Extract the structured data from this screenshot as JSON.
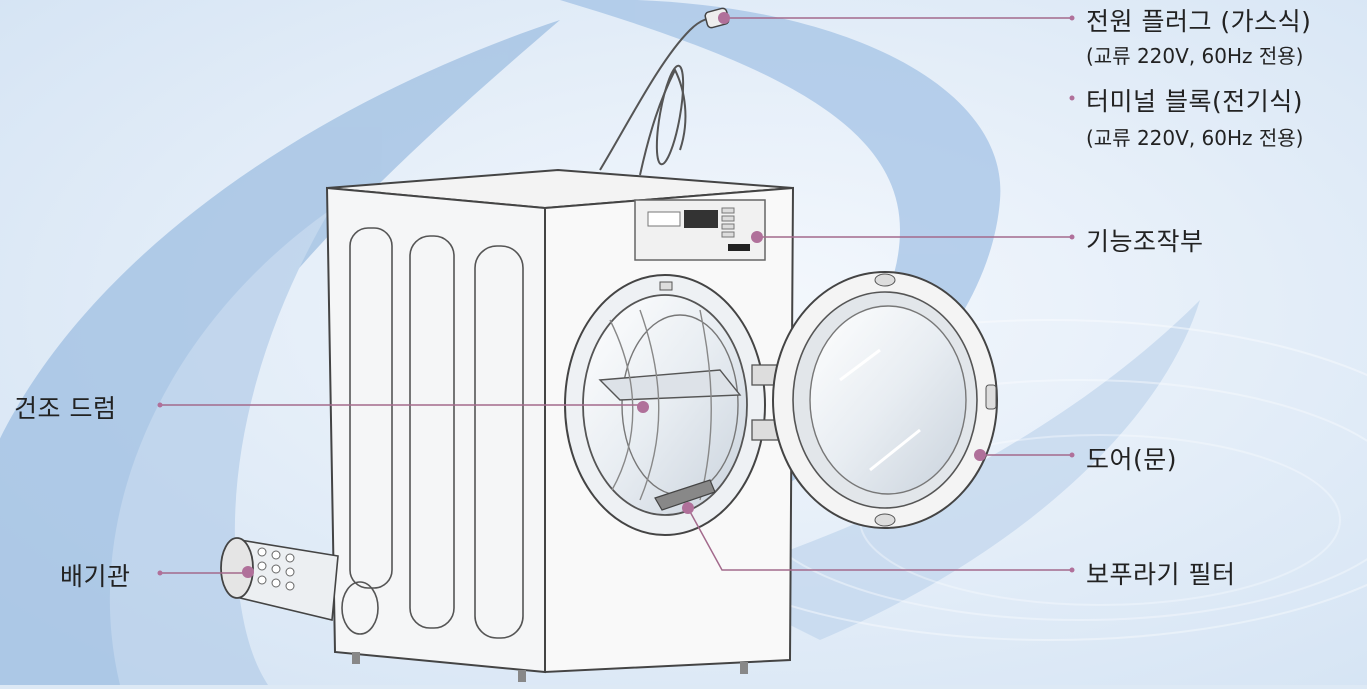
{
  "colors": {
    "background": "#dde9f5",
    "swirl": "#9fbfe2",
    "swirl_dark": "#7fa6d6",
    "leader_line": "#a36a8c",
    "leader_dot": "#b0709a",
    "machine_body": "#f7f7f7",
    "machine_outline": "#444444"
  },
  "labels": {
    "power_plug": "전원 플러그 (가스식)",
    "power_plug_note": "(교류 220V, 60Hz 전용)",
    "terminal_block": "터미널 블록(전기식)",
    "terminal_block_note": "(교류 220V, 60Hz 전용)",
    "control_panel": "기능조작부",
    "drum": "건조 드럼",
    "door": "도어(문)",
    "exhaust_pipe": "배기관",
    "lint_filter": "보푸라기 필터"
  }
}
